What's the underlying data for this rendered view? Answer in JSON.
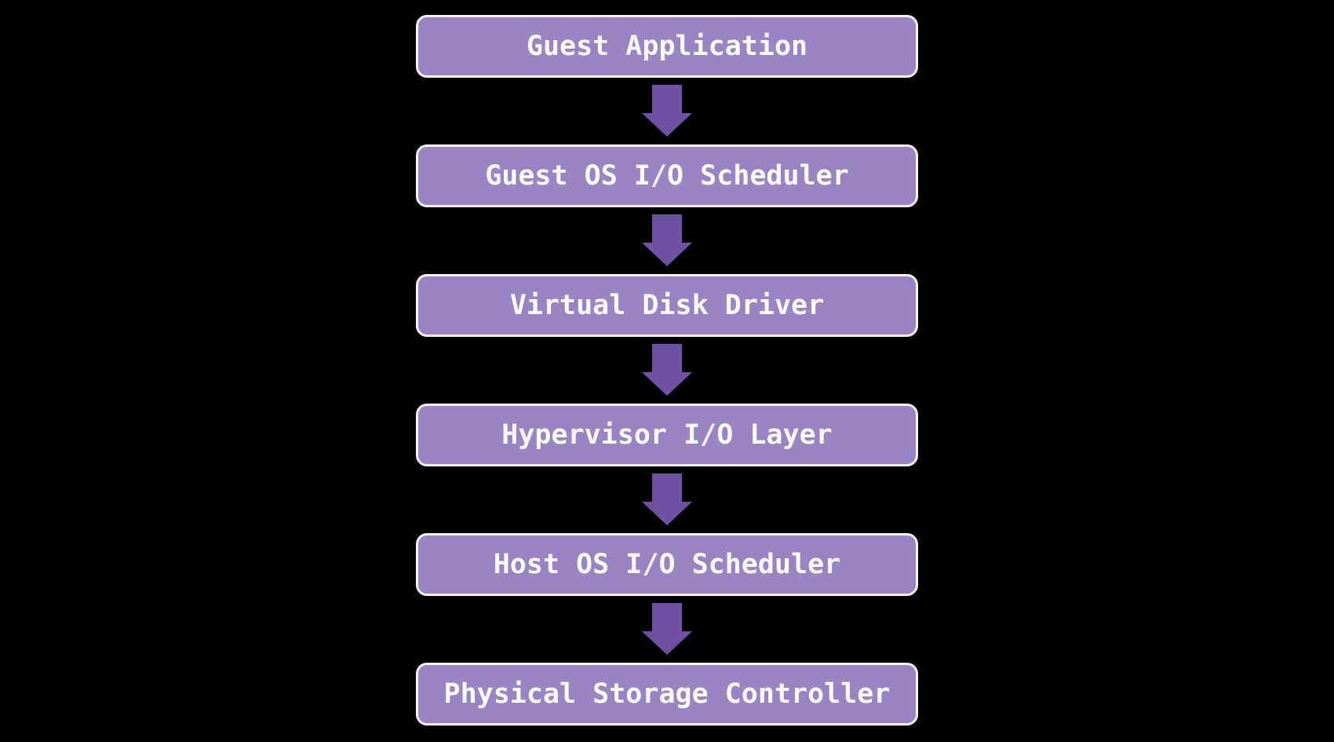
{
  "colors": {
    "background": "#000000",
    "box_fill": "#9A84C4",
    "box_border": "#F4F1F9",
    "arrow": "#6F51A3",
    "text": "#FBFAFD"
  },
  "flow": {
    "direction": "top-down",
    "steps": [
      {
        "label": "Guest Application"
      },
      {
        "label": "Guest OS I/O Scheduler"
      },
      {
        "label": "Virtual Disk Driver"
      },
      {
        "label": "Hypervisor I/O Layer"
      },
      {
        "label": "Host OS I/O Scheduler"
      },
      {
        "label": "Physical Storage Controller"
      }
    ]
  }
}
